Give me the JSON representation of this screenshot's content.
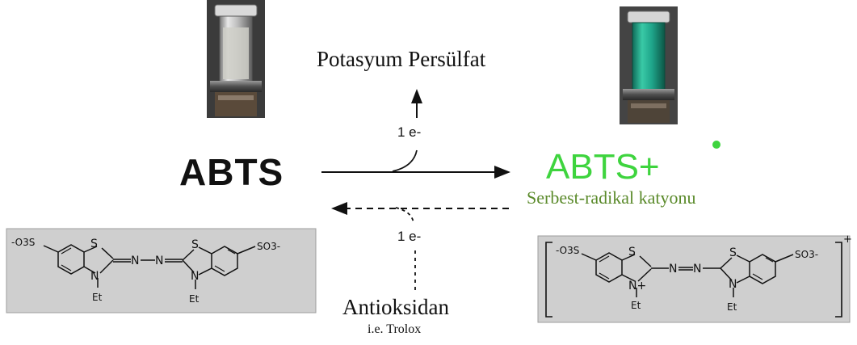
{
  "compounds": {
    "abts": "ABTS",
    "abts_radical": "ABTS+",
    "abts_radical_caption": "Serbest-radikal katyonu"
  },
  "reagents": {
    "oxidant": "Potasyum Persülfat",
    "antioxidant": "Antioksidan",
    "antioxidant_example": "i.e. Trolox"
  },
  "electron_transfer": {
    "oxidation": "1 e-",
    "reduction": "1 e-"
  },
  "structures": {
    "left": {
      "sulfonate_left": "-O3S",
      "sulfonate_right": "SO3-",
      "ring_atom_s1": "S",
      "ring_atom_s2": "S",
      "ring_atom_n1": "N",
      "ring_atom_n2": "N",
      "azo_n1": "N",
      "azo_n2": "N",
      "ethyl1": "Et",
      "ethyl2": "Et"
    },
    "right": {
      "sulfonate_left": "-O3S",
      "sulfonate_right": "SO3-",
      "ring_atom_s1": "S",
      "ring_atom_s2": "S",
      "ring_atom_n1": "N+",
      "ring_atom_n2": "N",
      "azo_n1": "N",
      "azo_n2": "N",
      "ethyl1": "Et",
      "ethyl2": "Et",
      "bracket_charge": "+"
    }
  },
  "colors": {
    "radical_green": "#3ed43e",
    "caption_green": "#5a8a2a",
    "structure_box": "#cfcfcf",
    "tube_left_liquid": "#cfcfc8",
    "tube_right_liquid": "#1fa58a"
  },
  "icons": {
    "left_tube": "test-tube-icon",
    "right_tube": "test-tube-icon"
  }
}
